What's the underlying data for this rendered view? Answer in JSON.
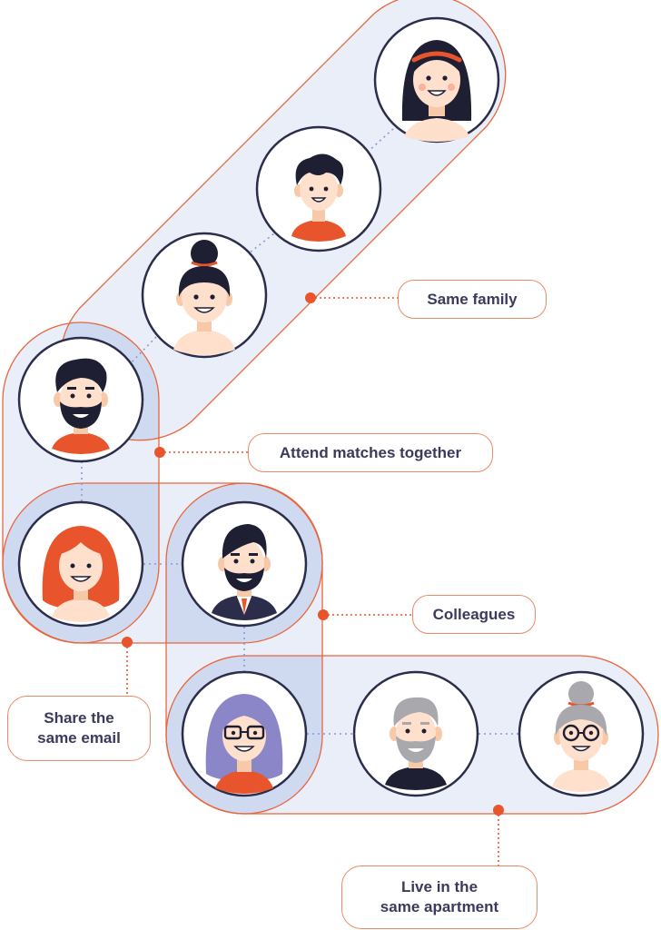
{
  "colors": {
    "accent": "#e8542b",
    "group_fill": "#e9eef8",
    "overlap_fill": "#cfdaf0",
    "circle_stroke": "#2c2d4a",
    "label_text": "#3a3a5c",
    "dotted_link": "#8f96d6"
  },
  "groups": {
    "same_family": {
      "label": "Same family",
      "members": [
        "woman-headband",
        "boy",
        "woman-bun",
        "man-beard"
      ]
    },
    "attend_matches": {
      "label": "Attend matches together",
      "members": [
        "man-beard",
        "woman-red-hair"
      ]
    },
    "share_email": {
      "label_line1": "Share the",
      "label_line2": "same email",
      "members": [
        "woman-red-hair",
        "man-suit"
      ]
    },
    "colleagues": {
      "label": "Colleagues",
      "members": [
        "man-suit",
        "woman-glasses"
      ]
    },
    "apartment": {
      "label_line1": "Live in the",
      "label_line2": "same apartment",
      "members": [
        "woman-glasses",
        "old-man",
        "old-woman"
      ]
    }
  },
  "people": [
    {
      "id": "woman-headband",
      "icon": "woman-headband-avatar"
    },
    {
      "id": "boy",
      "icon": "boy-avatar"
    },
    {
      "id": "woman-bun",
      "icon": "woman-bun-avatar"
    },
    {
      "id": "man-beard",
      "icon": "bearded-man-avatar"
    },
    {
      "id": "woman-red-hair",
      "icon": "red-haired-woman-avatar"
    },
    {
      "id": "man-suit",
      "icon": "man-in-suit-avatar"
    },
    {
      "id": "woman-glasses",
      "icon": "woman-with-glasses-avatar"
    },
    {
      "id": "old-man",
      "icon": "elderly-man-avatar"
    },
    {
      "id": "old-woman",
      "icon": "elderly-woman-avatar"
    }
  ]
}
